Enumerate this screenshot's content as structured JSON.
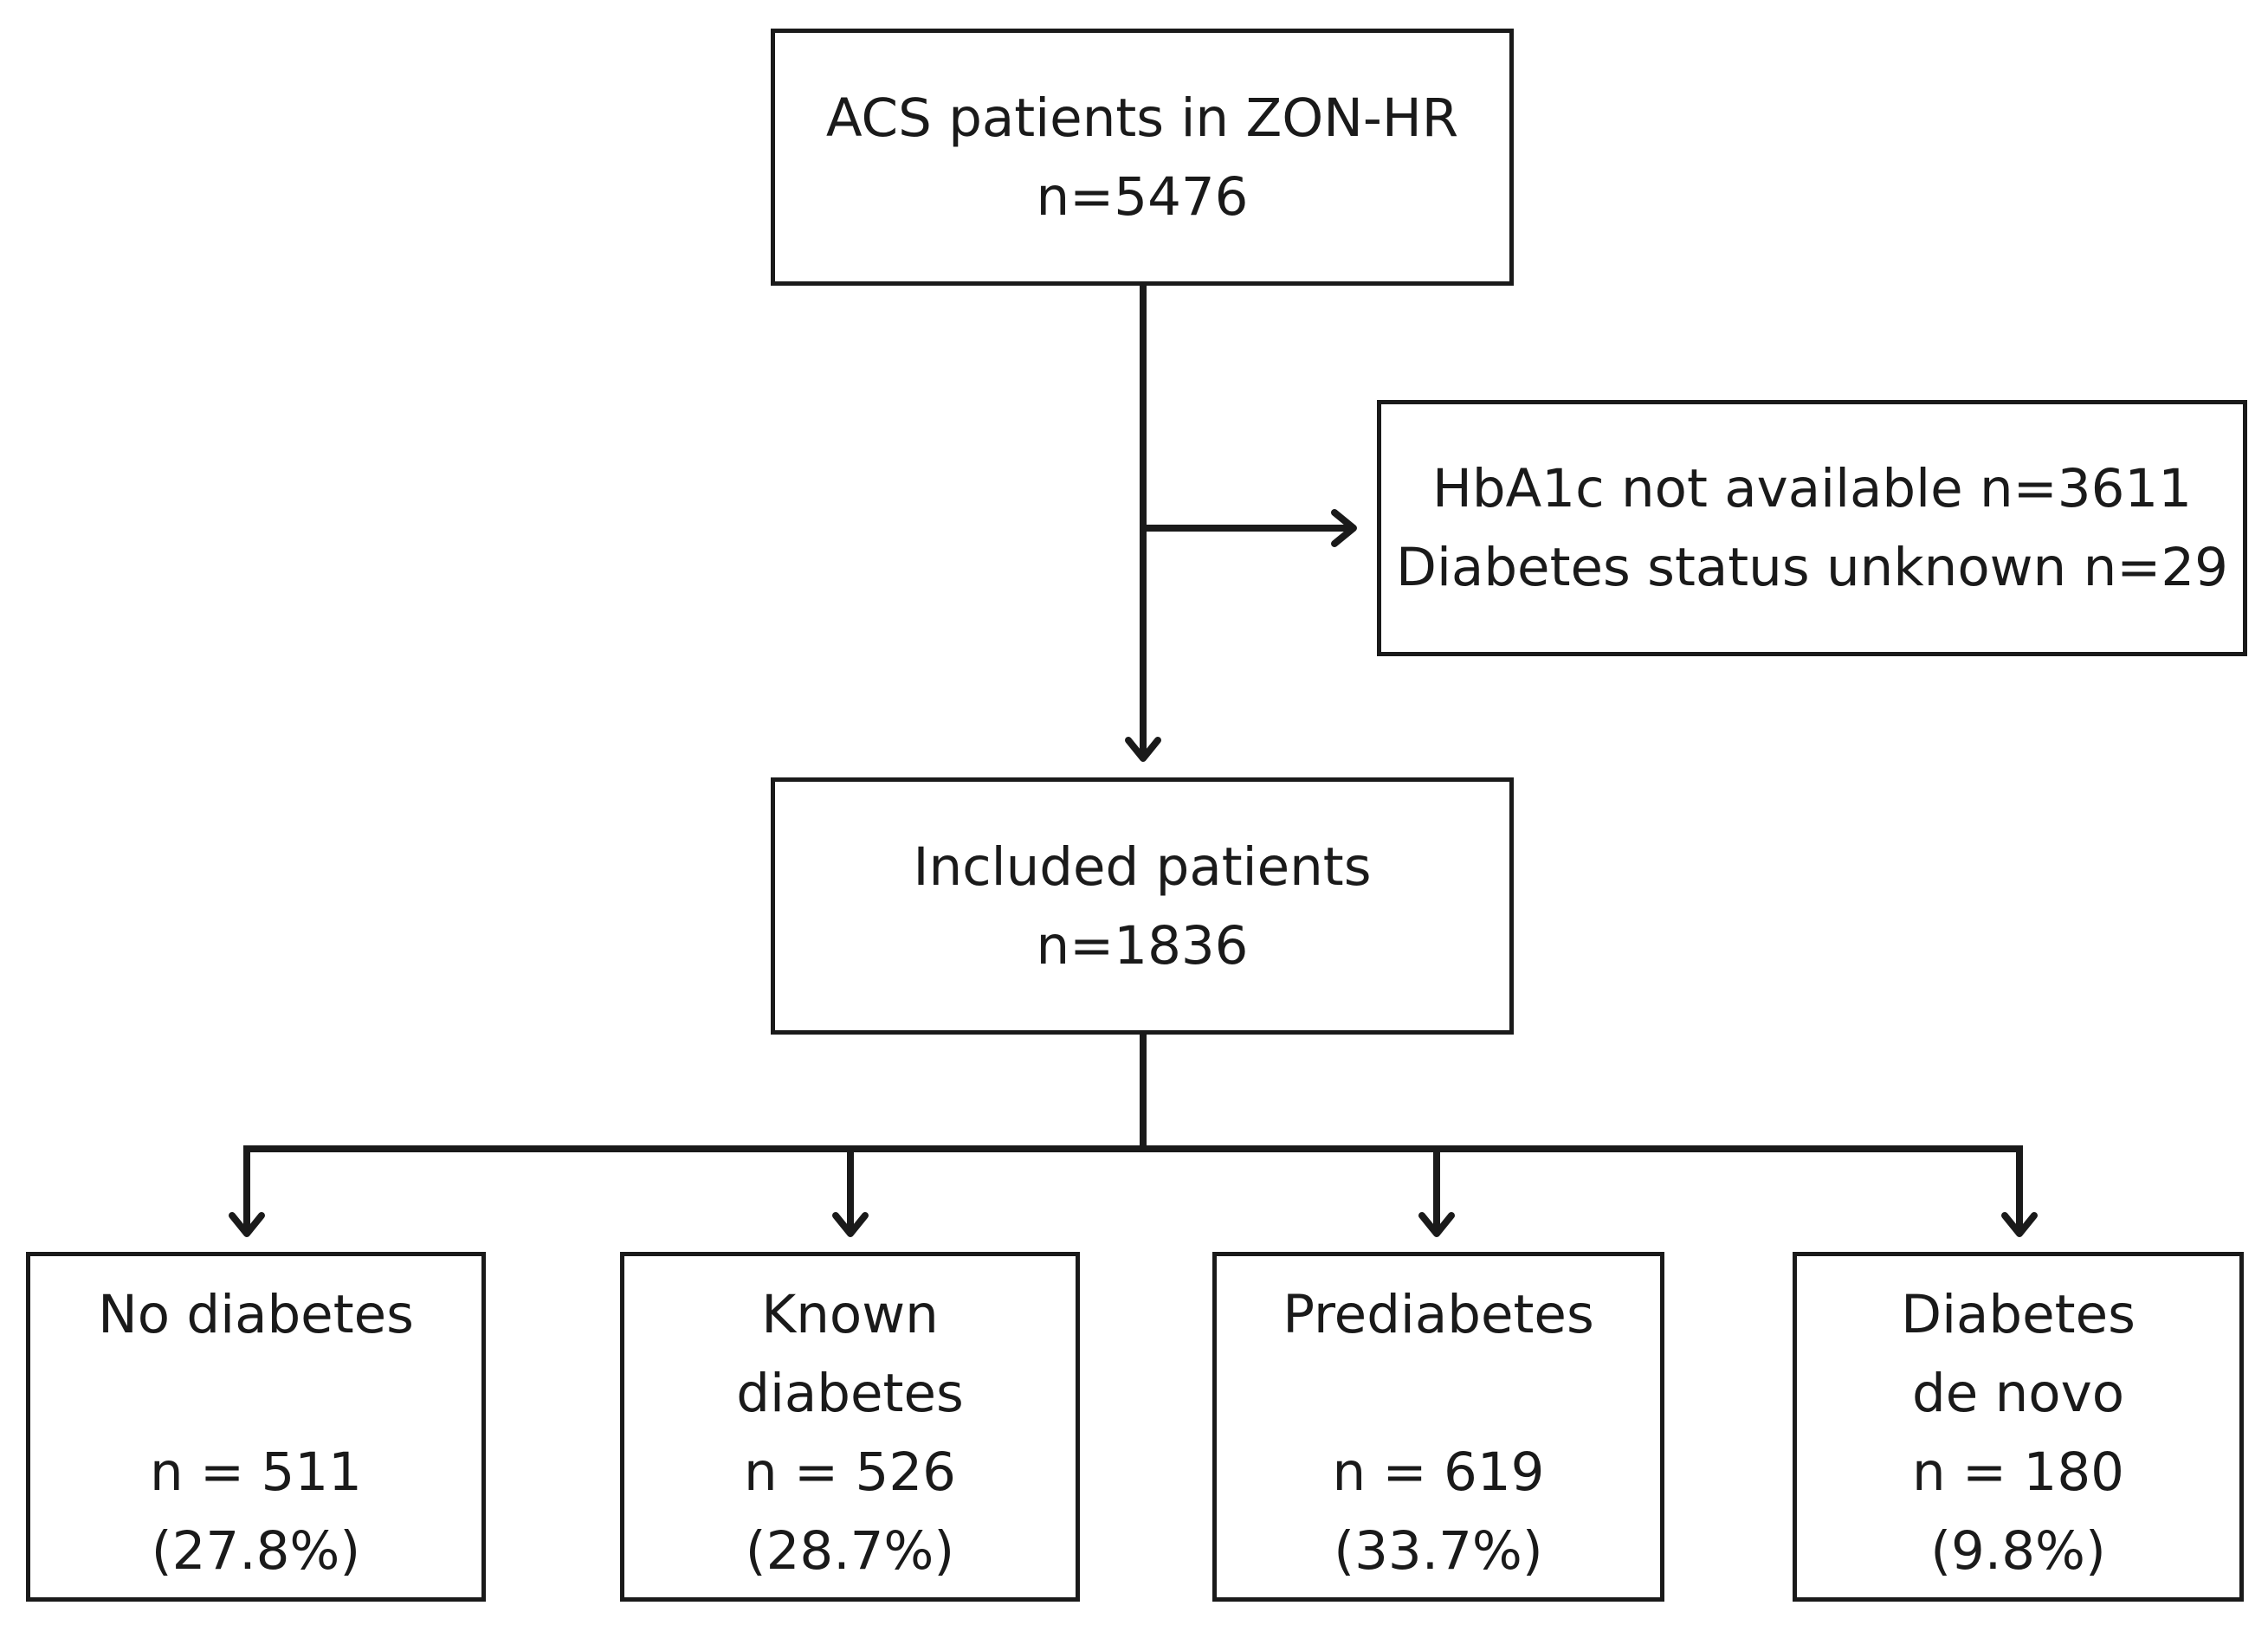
{
  "flowchart": {
    "source": {
      "line1": "ACS patients in ZON-HR",
      "line2": "n=5476"
    },
    "exclusion": {
      "line1": "HbA1c not available n=3611",
      "line2": "Diabetes status unknown n=29"
    },
    "included": {
      "line1": "Included patients",
      "line2": "n=1836"
    },
    "groups": [
      {
        "label_line1": "No diabetes",
        "label_line2": "",
        "n": "n = 511",
        "pct": "(27.8%)"
      },
      {
        "label_line1": "Known",
        "label_line2": "diabetes",
        "n": "n = 526",
        "pct": "(28.7%)"
      },
      {
        "label_line1": "Prediabetes",
        "label_line2": "",
        "n": "n = 619",
        "pct": "(33.7%)"
      },
      {
        "label_line1": "Diabetes",
        "label_line2": "de novo",
        "n": "n = 180",
        "pct": "(9.8%)"
      }
    ]
  },
  "colors": {
    "stroke": "#1a1a1a",
    "background": "#ffffff"
  }
}
